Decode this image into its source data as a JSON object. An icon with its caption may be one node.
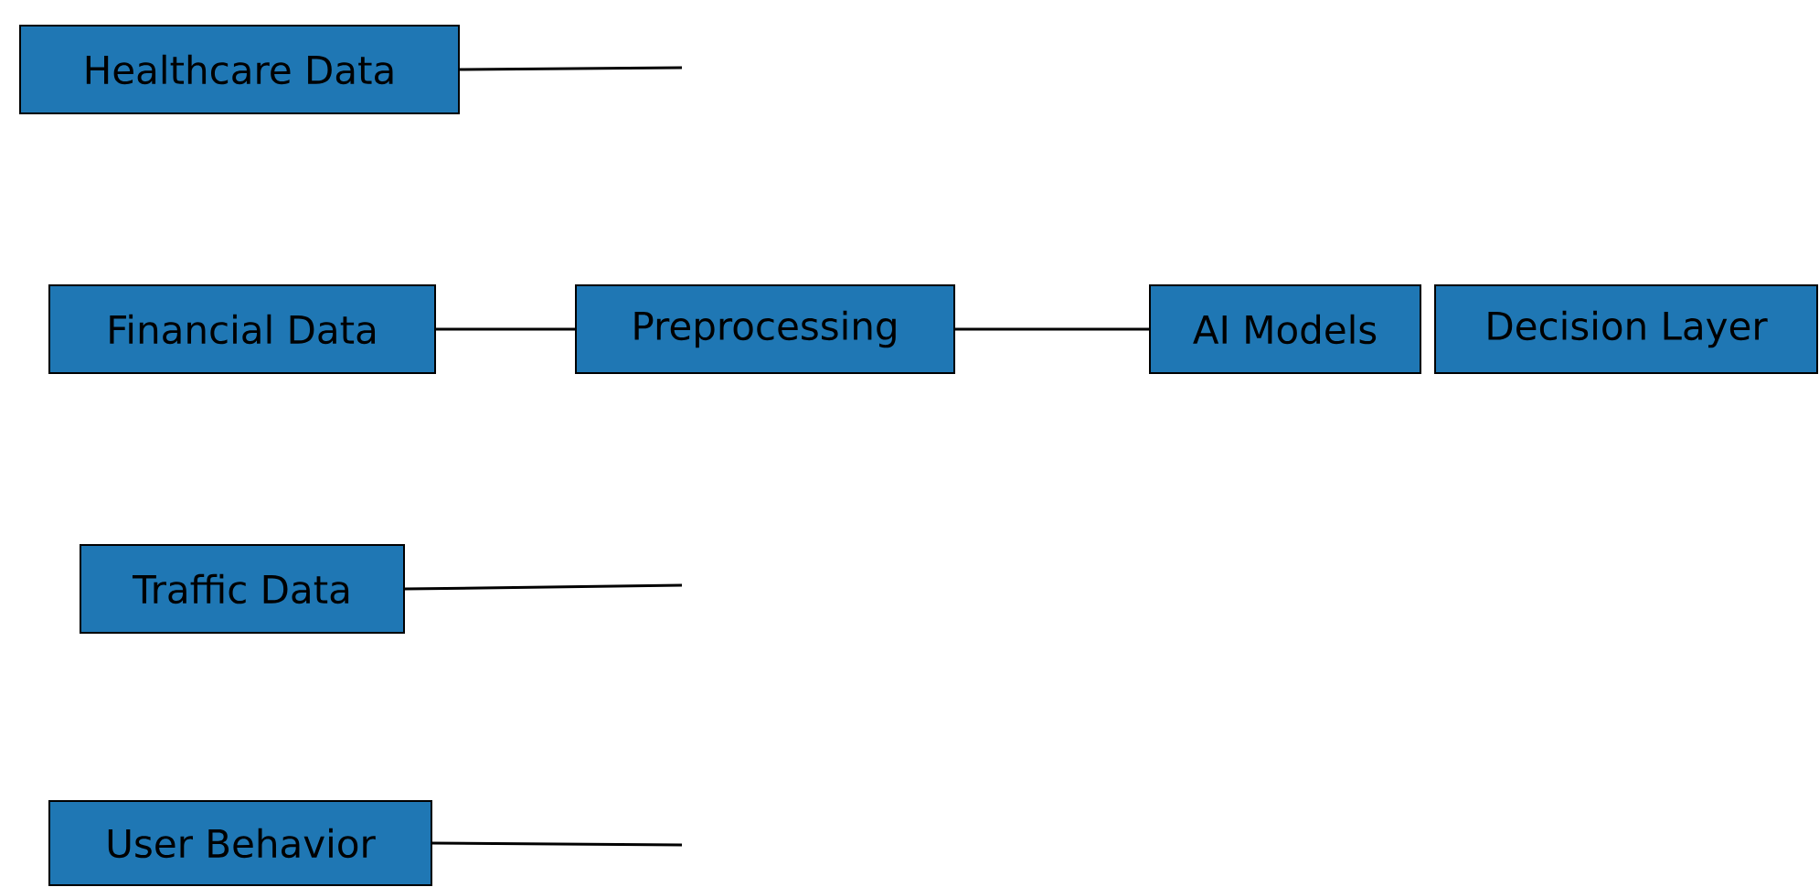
{
  "diagram": {
    "nodes": [
      {
        "text": [
          "Healthcare Data"
        ]
      },
      {
        "text": [
          "Financial Data"
        ]
      },
      {
        "text": [
          "Preprocessing"
        ]
      },
      {
        "text": [
          "AI Models"
        ]
      },
      {
        "text": [
          "Decision Layer"
        ]
      },
      {
        "text": [
          "Traffic Data"
        ]
      },
      {
        "text": [
          "User Behavior"
        ]
      }
    ],
    "edges": [
      {
        "from": 0,
        "to": null,
        "arrow": "none"
      },
      {
        "from": 1,
        "to": 2,
        "arrow": "none"
      },
      {
        "from": 2,
        "to": 3,
        "arrow": "none"
      },
      {
        "from": 5,
        "to": null,
        "arrow": "none"
      },
      {
        "from": 6,
        "to": null,
        "arrow": "none"
      }
    ]
  }
}
